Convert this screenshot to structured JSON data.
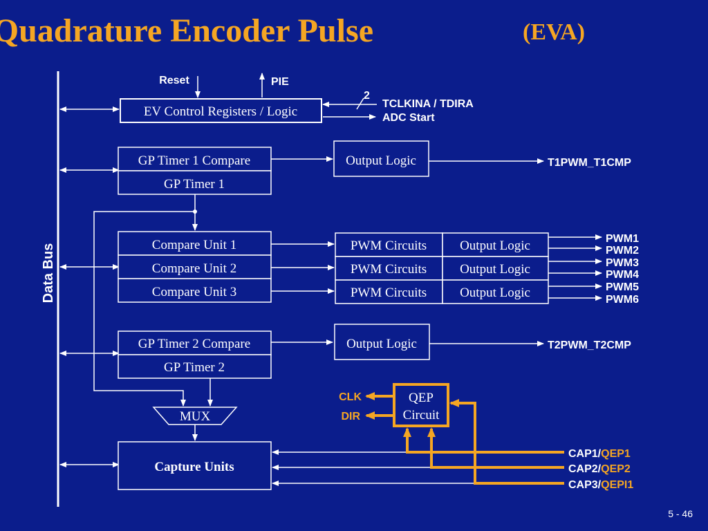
{
  "title": {
    "main": "Quadrature Encoder Pulse",
    "sub": "(EVA)"
  },
  "data_bus": "Data Bus",
  "control": {
    "reset": "Reset",
    "pie": "PIE",
    "registers": "EV Control Registers / Logic",
    "bus_width": "2",
    "tclk": "TCLKINA / TDIRA",
    "adc": "ADC Start"
  },
  "timer1": {
    "compare": "GP Timer 1 Compare",
    "timer": "GP Timer 1",
    "output_logic": "Output Logic",
    "output": "T1PWM_T1CMP"
  },
  "compare_units": [
    {
      "unit": "Compare Unit 1",
      "pwm": "PWM Circuits",
      "logic": "Output Logic"
    },
    {
      "unit": "Compare Unit 2",
      "pwm": "PWM Circuits",
      "logic": "Output Logic"
    },
    {
      "unit": "Compare Unit 3",
      "pwm": "PWM Circuits",
      "logic": "Output Logic"
    }
  ],
  "pwm_outputs": [
    "PWM1",
    "PWM2",
    "PWM3",
    "PWM4",
    "PWM5",
    "PWM6"
  ],
  "timer2": {
    "compare": "GP Timer 2 Compare",
    "timer": "GP Timer 2",
    "output_logic": "Output Logic",
    "output": "T2PWM_T2CMP"
  },
  "mux": "MUX",
  "capture": "Capture Units",
  "qep": {
    "line1": "QEP",
    "line2": "Circuit",
    "clk": "CLK",
    "dir": "DIR"
  },
  "cap_inputs": [
    {
      "cap": "CAP1/",
      "qep": "QEP1"
    },
    {
      "cap": "CAP2/",
      "qep": "QEP2"
    },
    {
      "cap": "CAP3/",
      "qep": "QEPI1"
    }
  ],
  "page_number": "5 - 46",
  "colors": {
    "background": "#0b1d8c",
    "accent": "#f5a623",
    "line": "#ffffff"
  }
}
